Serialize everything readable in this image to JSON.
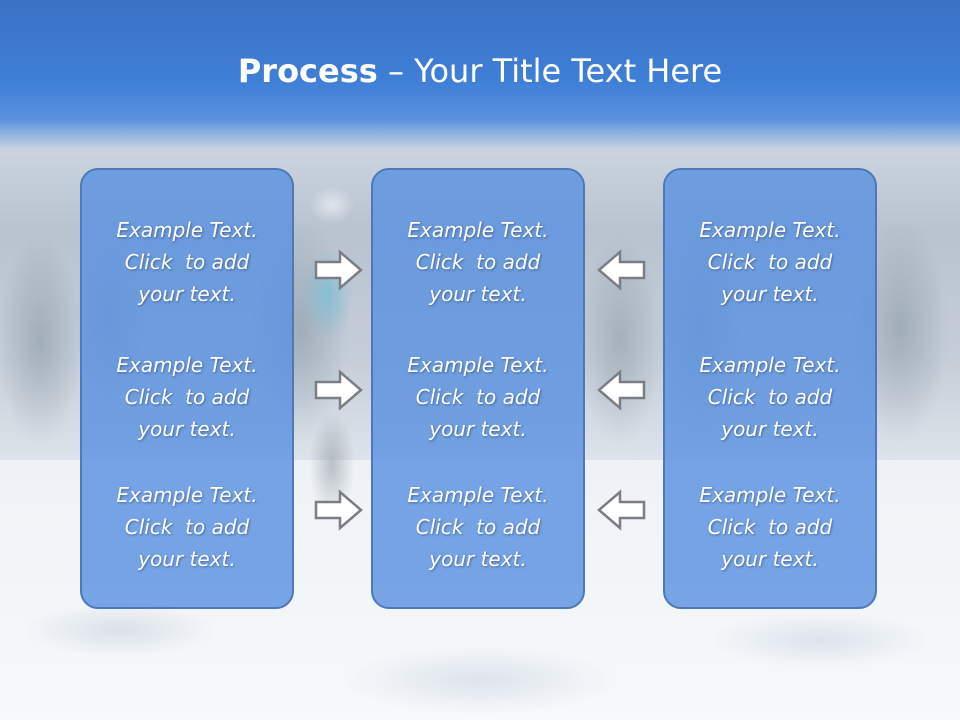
{
  "slide": {
    "title_bold": "Process",
    "title_rest": " – Your Title Text Here"
  },
  "panels": [
    {
      "blocks": [
        {
          "line1": "Example Text.",
          "line2": "Click  to add",
          "line3": "your text."
        },
        {
          "line1": "Example Text.",
          "line2": "Click  to add",
          "line3": "your text."
        },
        {
          "line1": "Example Text.",
          "line2": "Click  to add",
          "line3": "your text."
        }
      ]
    },
    {
      "blocks": [
        {
          "line1": "Example Text.",
          "line2": "Click  to add",
          "line3": "your text."
        },
        {
          "line1": "Example Text.",
          "line2": "Click  to add",
          "line3": "your text."
        },
        {
          "line1": "Example Text.",
          "line2": "Click  to add",
          "line3": "your text."
        }
      ]
    },
    {
      "blocks": [
        {
          "line1": "Example Text.",
          "line2": "Click  to add",
          "line3": "your text."
        },
        {
          "line1": "Example Text.",
          "line2": "Click  to add",
          "line3": "your text."
        },
        {
          "line1": "Example Text.",
          "line2": "Click  to add",
          "line3": "your text."
        }
      ]
    }
  ],
  "icons": {
    "right_arrow": "arrow-right-icon",
    "left_arrow": "arrow-left-icon"
  },
  "colors": {
    "title_bar": "#3f7fd6",
    "panel_fill": "#5a91e1",
    "panel_border": "#4f78b8",
    "text": "#ffffff"
  }
}
